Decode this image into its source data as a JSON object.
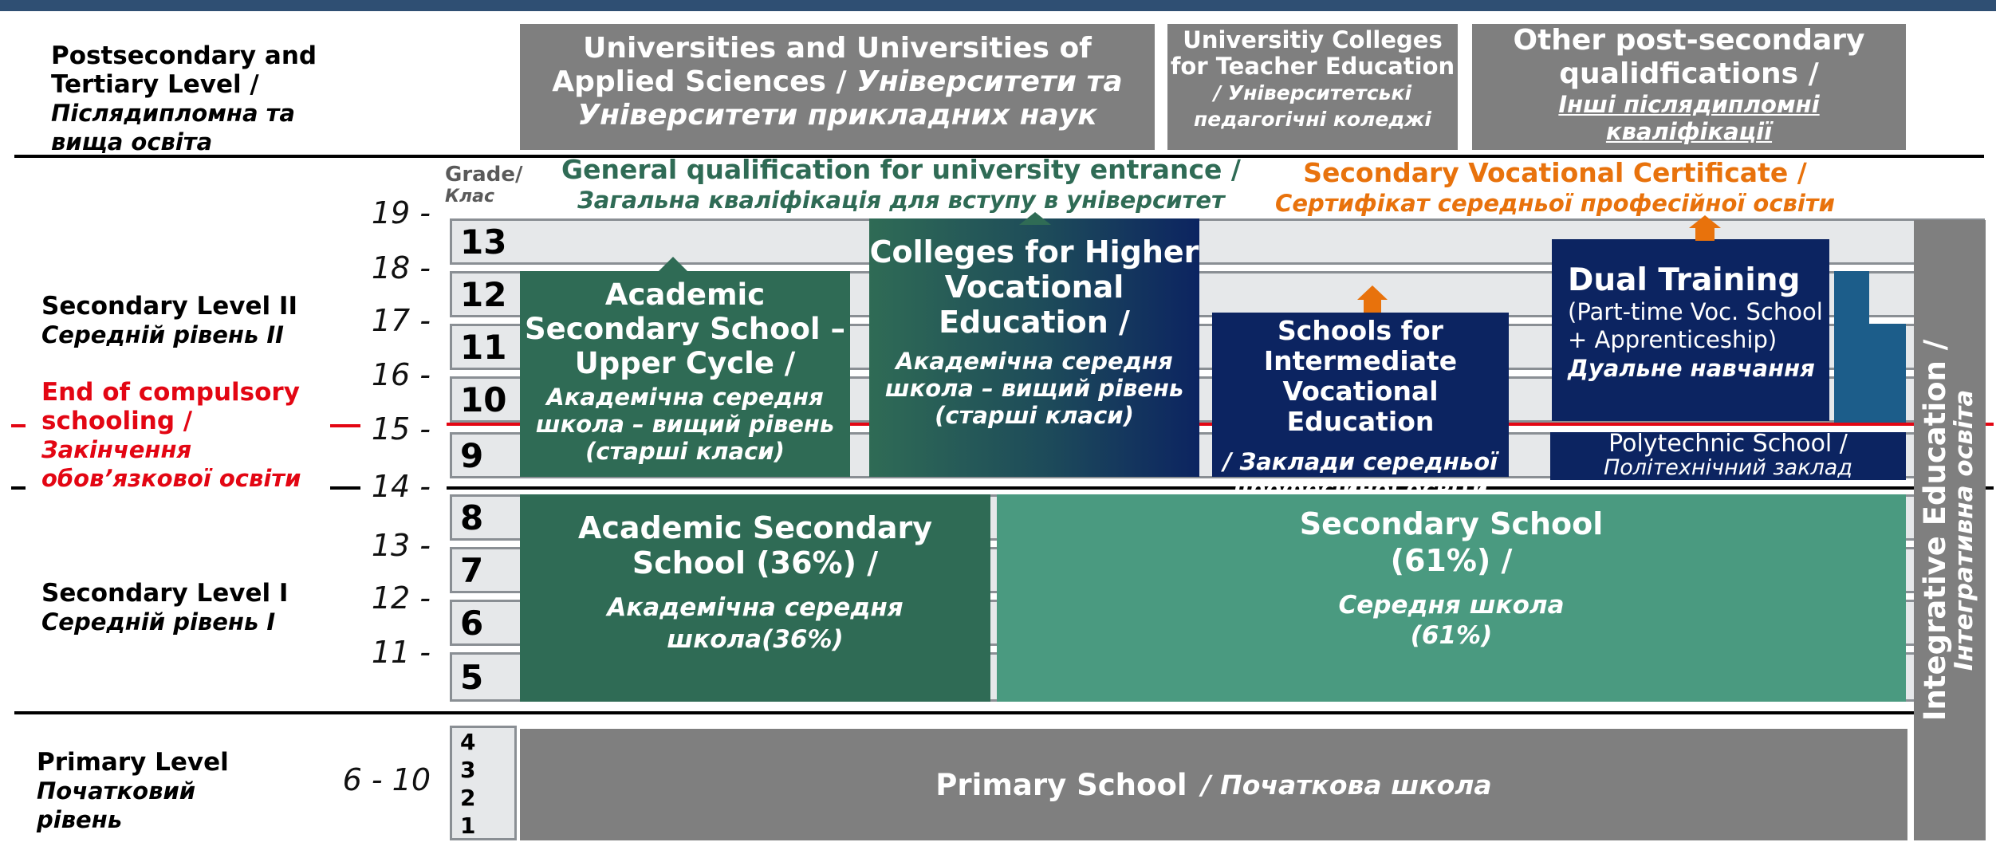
{
  "levels": {
    "postsecondary": {
      "en": "Postsecondary and Tertiary Level /",
      "ua": "Післядипломна та вища освіта"
    },
    "secondary2": {
      "en": "Secondary Level II",
      "ua": "Середній рівень II"
    },
    "compulsory": {
      "en": "End of compulsory schooling /",
      "ua": "Закінчення обов’язкової освіти"
    },
    "secondary1": {
      "en": "Secondary Level I",
      "ua": "Середній рівень I"
    },
    "primary": {
      "en": "Primary Level",
      "ua": "Початковий рівень"
    }
  },
  "grade_header": {
    "en": "Grade/",
    "ua": "Клас"
  },
  "ages": [
    "19 -",
    "18 -",
    "17 -",
    "16 -",
    "15 -",
    "14 -",
    "13 -",
    "12 -",
    "11 -",
    "6 - 10"
  ],
  "grades": [
    "13",
    "12",
    "11",
    "10",
    "9",
    "8",
    "7",
    "6",
    "5",
    "4",
    "3",
    "2",
    "1"
  ],
  "tertiary": {
    "universities": {
      "en": "Universities and Universities of Applied Sciences /",
      "ua": "Університети та Університети прикладних наук"
    },
    "teacher": {
      "en": "Universitiy Colleges for Teacher Education",
      "ua": "/ Університетські педагогічні коледжі"
    },
    "other": {
      "en": "Other post-secondary qualidfications /",
      "ua": "Інші післядипломні кваліфікації"
    }
  },
  "qualifications": {
    "general": {
      "en": "General qualification for university entrance /",
      "ua": "Загальна кваліфікація для вступу в університет"
    },
    "vocational": {
      "en": "Secondary Vocational Certificate /",
      "ua": "Сертифікат середньої професійної освіти"
    }
  },
  "schools": {
    "academic_upper": {
      "en": "Academic Secondary School – Upper Cycle /",
      "ua": "Академічна середня школа – вищий рівень (старші класи)"
    },
    "colleges": {
      "en": "Colleges for Higher Vocational Education /",
      "ua": "Академічна середня школа – вищий рівень (старші класи)"
    },
    "intermediate": {
      "en": "Schools for Intermediate Vocational Education",
      "ua": "/ Заклади середньої професійної освіти"
    },
    "dual": {
      "title": "Dual Training",
      "desc": "(Part-time Voc. School + Apprenticeship)",
      "ua": "Дуальне навчання"
    },
    "polytechnic": {
      "en": "Polytechnic School /",
      "ua": "Політехнічний заклад"
    },
    "academic_lower": {
      "en": "Academic Secondary School (36%) /",
      "ua": "Академічна середня школа(36%)"
    },
    "secondary": {
      "en": "Secondary School (61%) /",
      "ua": "Середня школа (61%)"
    },
    "primary": {
      "en": "Primary School",
      "ua": "/ Початкова школа"
    },
    "integrative": {
      "en": "Integrative Education /",
      "ua": "Інтегративна освіта"
    }
  },
  "colors": {
    "academic": "#2f6b55",
    "secondary": "#4a9a80",
    "navy": "#0c2461",
    "grey": "#7f7f7f",
    "orange": "#e8720c",
    "red": "#e30613"
  }
}
